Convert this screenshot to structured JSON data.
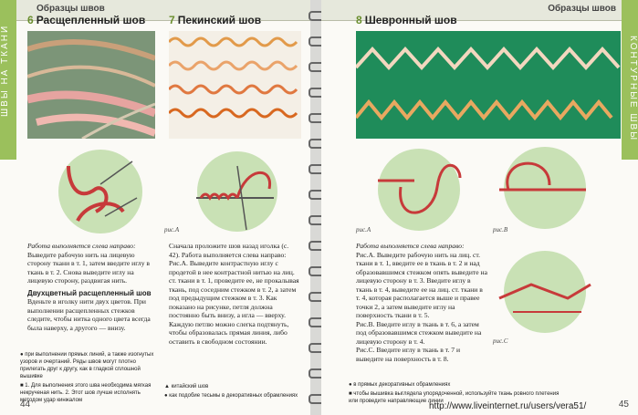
{
  "left_page": {
    "header": "Образцы швов",
    "side_tab": "ШВЫ НА ТКАНИ",
    "page_number": "44",
    "section6": {
      "num": "6",
      "title": "Расщепленный шов",
      "intro": "Работа выполняется слева направо:",
      "body": "Выведите рабочую нить на лицевую сторону ткани в т. 1, затем введите иглу в ткань в т. 2. Снова выведите иглу на лицевую сторону, раздвигая нить.",
      "subhead": "Двухцветный расщепленный шов",
      "body2": "Вденьте в иголку нити двух цветов. При выполнении расщепленных стежков следите, чтобы нитка одного цвета всегда была наверху, а другого — внизу.",
      "notes": [
        "при выполнении прямых линий, а также изогнутых узоров и очертаний. Ряды швов могут плотно прилегать друг к другу, как в гладкой сплошной вышивке",
        "1. Для выполнения этого шва необходима мягкая некрученая нить. 2. Этот шов лучше исполнять методом удар кинжалом"
      ]
    },
    "section7": {
      "num": "7",
      "title": "Пекинский шов",
      "caption": "рис.А",
      "body": "Сначала проложите шов назад иголка (с. 42). Работа выполняется слева направо:",
      "body2": "Рис.А. Выведите контрастную иглу с продетой в нее контрастной нитью на лиц. ст. ткани в т. 1, проведите ее, не прокалывая ткань, под соседним стежком в т. 2, а затем под предыдущим стежком в т. 3. Как показано на рисунке, петля должна постоянно быть внизу, а игла — вверху. Каждую петлю можно слегка подтянуть, чтобы образовалась прямая линия, либо оставить в свободном состоянии.",
      "notes": [
        "китайский шов",
        "как подобие тесьмы в декоративных обрамлениях"
      ]
    }
  },
  "right_page": {
    "header": "Образцы швов",
    "side_tab": "КОНТУРНЫЕ ШВЫ",
    "page_number": "45",
    "section8": {
      "num": "8",
      "title": "Шевронный шов",
      "captions": [
        "рис.А",
        "рис.В",
        "рис.С"
      ],
      "intro": "Работа выполняется слева направо:",
      "body": "Рис.А. Выведите рабочую нить на лиц. ст. ткани в т. 1, введите ее в ткань в т. 2 и над образовавшимся стежком опять выведите на лицевую сторону в т. 3. Введите иглу в ткань в т. 4, выведите ее на лиц. ст. ткани в т. 4, которая располагается выше и правее точки 2, а затем выведите иглу на поверхность ткани в т. 5.",
      "body2": "Рис.В. Введите иглу в ткань в т. 6, а затем под образовавшимся стежком выведите на лицевую сторону в т. 4.",
      "body3": "Рис.С. Введите иглу в ткань в т. 7 и выведите на поверхность в т. 8.",
      "notes": [
        "в прямых декоративных обрамлениях",
        "чтобы вышивка выглядела упорядоченной, используйте ткань ровного плетения или проведите направляющие линии"
      ]
    },
    "watermark": "http://www.liveinternet.ru/users/vera51/"
  },
  "colors": {
    "accent_green": "#9bc05c",
    "header_bg": "#e6e8dc",
    "fabric_green": "#1f8c5a",
    "gold_thread": "#e8a860"
  }
}
